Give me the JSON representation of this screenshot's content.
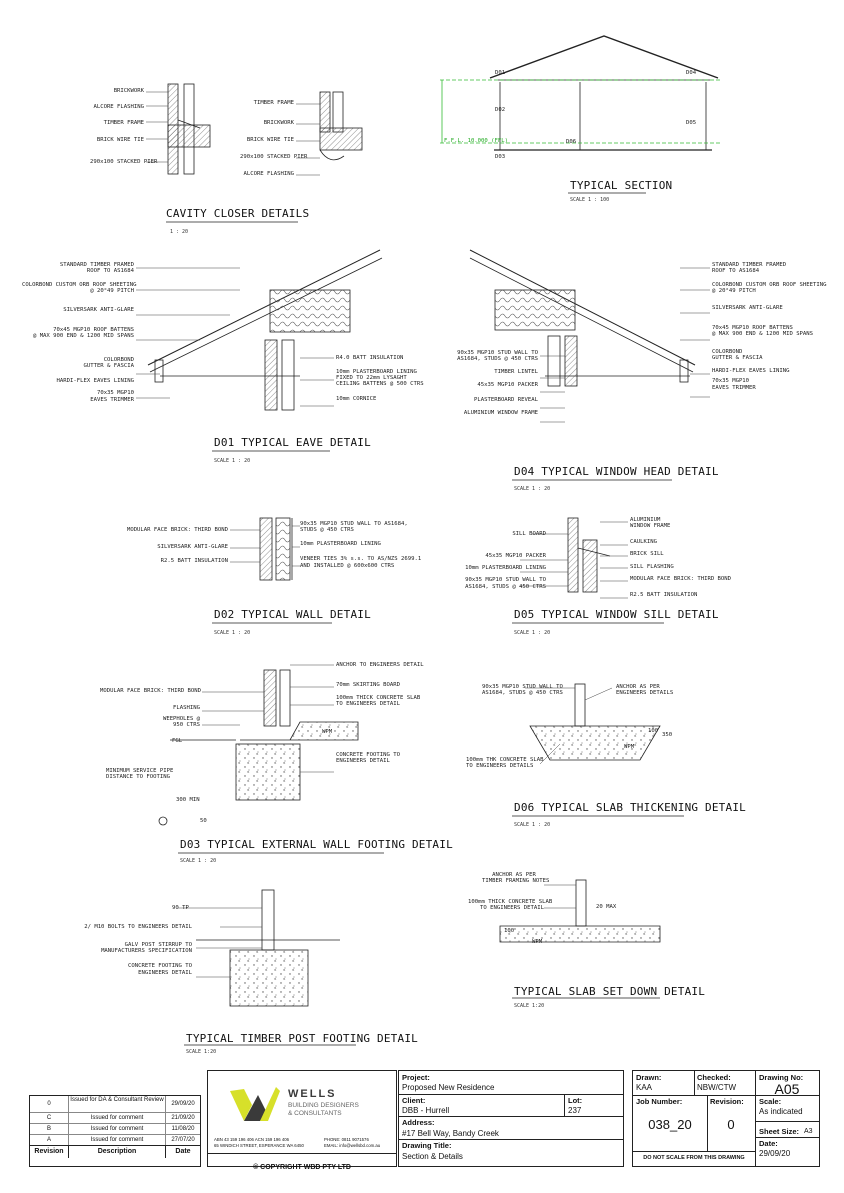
{
  "details": {
    "cavity": {
      "title": "CAVITY CLOSER DETAILS",
      "scale": "1 : 20",
      "labels_a": [
        "BRICKWORK",
        "ALCORE FLASHING",
        "TIMBER FRAME",
        "BRICK WIRE TIE",
        "290x100 STACKED PIER"
      ],
      "labels_b": [
        "TIMBER FRAME",
        "BRICKWORK",
        "BRICK WIRE TIE",
        "290x100 STACKED PIER",
        "ALCORE FLASHING"
      ]
    },
    "section": {
      "title": "TYPICAL SECTION",
      "scale": "SCALE 1 : 100",
      "tags": [
        "D01",
        "D04",
        "D02",
        "D05",
        "D03",
        "D06"
      ],
      "ffl": "F.F.L. 10.000 (FFL)"
    },
    "d01": {
      "title": "D01 TYPICAL EAVE DETAIL",
      "scale": "SCALE 1 : 20",
      "labels_left": [
        "STANDARD TIMBER FRAMED",
        "ROOF TO AS1684",
        "COLORBOND CUSTOM ORB ROOF SHEETING",
        "@ 20°49 PITCH",
        "SILVERSARK ANTI-GLARE",
        "70x45 MGP10 ROOF BATTENS",
        "@ MAX 900 END & 1200 MID SPANS",
        "COLORBOND",
        "GUTTER & FASCIA",
        "HARDI-FLEX EAVES LINING",
        "70x35 MGP10",
        "EAVES TRIMMER"
      ],
      "labels_right": [
        "R4.0 BATT INSULATION",
        "10mm PLASTERBOARD LINING",
        "FIXED TO 22mm LYSAGHT",
        "CEILING BATTENS @ 500 CTRS",
        "10mm CORNICE"
      ]
    },
    "d04": {
      "title": "D04 TYPICAL WINDOW HEAD DETAIL",
      "scale": "SCALE 1 : 20",
      "labels_left": [
        "90x35 MGP10 STUD WALL TO",
        "AS1684, STUDS @ 450 CTRS",
        "TIMBER LINTEL",
        "45x35 MGP10 PACKER",
        "PLASTERBOARD REVEAL",
        "ALUMINIUM WINDOW FRAME"
      ],
      "labels_right": [
        "STANDARD TIMBER FRAMED",
        "ROOF TO AS1684",
        "COLORBOND CUSTOM ORB ROOF SHEETING",
        "@ 20°49 PITCH",
        "SILVERSARK ANTI-GLARE",
        "70x45 MGP10 ROOF BATTENS",
        "@ MAX 900 END & 1200 MID SPANS",
        "COLORBOND",
        "GUTTER & FASCIA",
        "HARDI-FLEX EAVES LINING",
        "70x35 MGP10",
        "EAVES TRIMMER"
      ]
    },
    "d02": {
      "title": "D02 TYPICAL WALL DETAIL",
      "scale": "SCALE 1 : 20",
      "labels_left": [
        "MODULAR FACE BRICK: THIRD BOND",
        "SILVERSARK ANTI-GLARE",
        "R2.5 BATT INSULATION"
      ],
      "labels_right": [
        "90x35 MGP10 STUD WALL TO AS1684,",
        "STUDS @ 450 CTRS",
        "10mm PLASTERBOARD LINING",
        "VENEER TIES 3% s.s. TO AS/NZS 2699.1",
        "AND INSTALLED @ 600x600 CTRS"
      ]
    },
    "d05": {
      "title": "D05 TYPICAL WINDOW SILL DETAIL",
      "scale": "SCALE 1 : 20",
      "labels_left": [
        "SILL BOARD",
        "45x35 MGP10 PACKER",
        "10mm PLASTERBOARD LINING",
        "90x35 MGP10 STUD WALL TO",
        "AS1684, STUDS @ 450 CTRS"
      ],
      "labels_right": [
        "ALUMINIUM",
        "WINDOW FRAME",
        "CAULKING",
        "BRICK SILL",
        "SILL FLASHING",
        "MODULAR FACE BRICK: THIRD BOND",
        "R2.5 BATT INSULATION"
      ]
    },
    "d03": {
      "title": "D03 TYPICAL EXTERNAL WALL FOOTING DETAIL",
      "scale": "SCALE 1 : 20",
      "labels_left": [
        "MODULAR FACE BRICK: THIRD BOND",
        "FLASHING",
        "WEEPHOLES @",
        "950 CTRS",
        "FGL",
        "MINIMUM SERVICE PIPE",
        "DISTANCE TO FOOTING",
        "300 MIN"
      ],
      "labels_right": [
        "ANCHOR TO ENGINEERS DETAIL",
        "70mm SKIRTING BOARD",
        "100mm THICK CONCRETE SLAB",
        "TO ENGINEERS DETAIL",
        "CONCRETE FOOTING TO",
        "ENGINEERS DETAIL"
      ],
      "dims": [
        "WPM",
        "50"
      ]
    },
    "d06": {
      "title": "D06 TYPICAL SLAB THICKENING DETAIL",
      "scale": "SCALE 1 : 20",
      "labels": [
        "90x35 MGP10 STUD WALL TO",
        "AS1684, STUDS @ 450 CTRS",
        "ANCHOR AS PER",
        "ENGINEERS DETAILS",
        "100mm THK CONCRETE SLAB",
        "TO ENGINEERS DETAILS"
      ],
      "dims": [
        "WPM",
        "100",
        "350"
      ]
    },
    "slab": {
      "title": "TYPICAL SLAB SET DOWN DETAIL",
      "scale": "SCALE 1:20",
      "labels": [
        "ANCHOR AS PER",
        "TIMBER FRAMING NOTES",
        "100mm THICK CONCRETE SLAB",
        "TO ENGINEERS DETAIL"
      ],
      "dims": [
        "WPM",
        "20 MAX",
        "100"
      ]
    },
    "post": {
      "title": "TYPICAL TIMBER POST FOOTING DETAIL",
      "scale": "SCALE 1:20",
      "labels": [
        "90 TP",
        "2/ M10 BOLTS TO ENGINEERS DETAIL",
        "GALV POST STIRRUP TO",
        "MANUFACTURERS SPECIFICATION",
        "CONCRETE FOOTING TO",
        "ENGINEERS DETAIL"
      ]
    }
  },
  "revisions": {
    "rows": [
      {
        "rev": "0",
        "desc": "Issued for DA & Consultant Review",
        "date": "29/09/20"
      },
      {
        "rev": "C",
        "desc": "Issued for comment",
        "date": "21/09/20"
      },
      {
        "rev": "B",
        "desc": "Issued for comment",
        "date": "11/08/20"
      },
      {
        "rev": "A",
        "desc": "Issued for comment",
        "date": "27/07/20"
      }
    ],
    "headers": {
      "rev": "Revision",
      "desc": "Description",
      "date": "Date"
    }
  },
  "firm": {
    "name": "WELLS",
    "sub1": "BUILDING DESIGNERS",
    "sub2": "& CONSULTANTS",
    "abn": "ABN 43 159 196 406  ACN 159 196 406",
    "addr": "65 WINDICH STREET, ESPERANCE WA 6450",
    "phone": "PHONE: 0811 9071576",
    "email": "EMAIL: info@wellsbd.com.au",
    "copyright": "© COPYRIGHT WBD PTY LTD",
    "colors": {
      "yellow": "#d7e02a",
      "dark": "#3a3a3a"
    }
  },
  "project": {
    "project_label": "Project:",
    "project": "Proposed New Residence",
    "client_label": "Client:",
    "client": "DBB - Hurrell",
    "lot_label": "Lot:",
    "lot": "237",
    "address_label": "Address:",
    "address": "#17 Bell Way, Bandy Creek",
    "title_label": "Drawing Title:",
    "title": "Section & Details"
  },
  "sheet": {
    "drawn_label": "Drawn:",
    "drawn": "KAA",
    "checked_label": "Checked:",
    "checked": "NBW/CTW",
    "drawing_no_label": "Drawing No:",
    "drawing_no": "A05",
    "job_label": "Job Number:",
    "job": "038_20",
    "revision_label": "Revision:",
    "revision": "0",
    "scale_label": "Scale:",
    "scale": "As indicated",
    "sheet_size_label": "Sheet Size:",
    "sheet_size": "A3",
    "date_label": "Date:",
    "date": "29/09/20",
    "disclaimer": "DO NOT SCALE FROM THIS DRAWING"
  }
}
